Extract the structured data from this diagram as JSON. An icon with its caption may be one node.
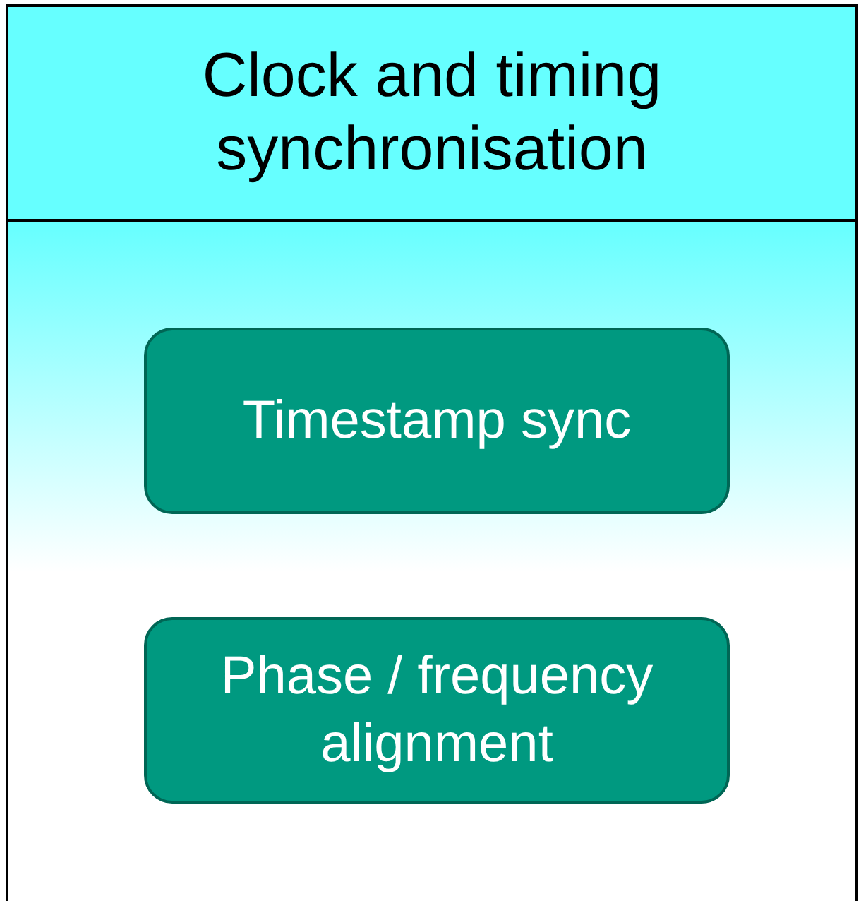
{
  "diagram": {
    "nodes": [
      {
        "text": [
          "Clock and timing synchronisation"
        ]
      },
      {
        "text": [
          "Timestamp sync"
        ],
        "in": 0
      },
      {
        "text": [
          "Phase / frequency alignment"
        ],
        "in": 0
      }
    ],
    "edges": []
  }
}
